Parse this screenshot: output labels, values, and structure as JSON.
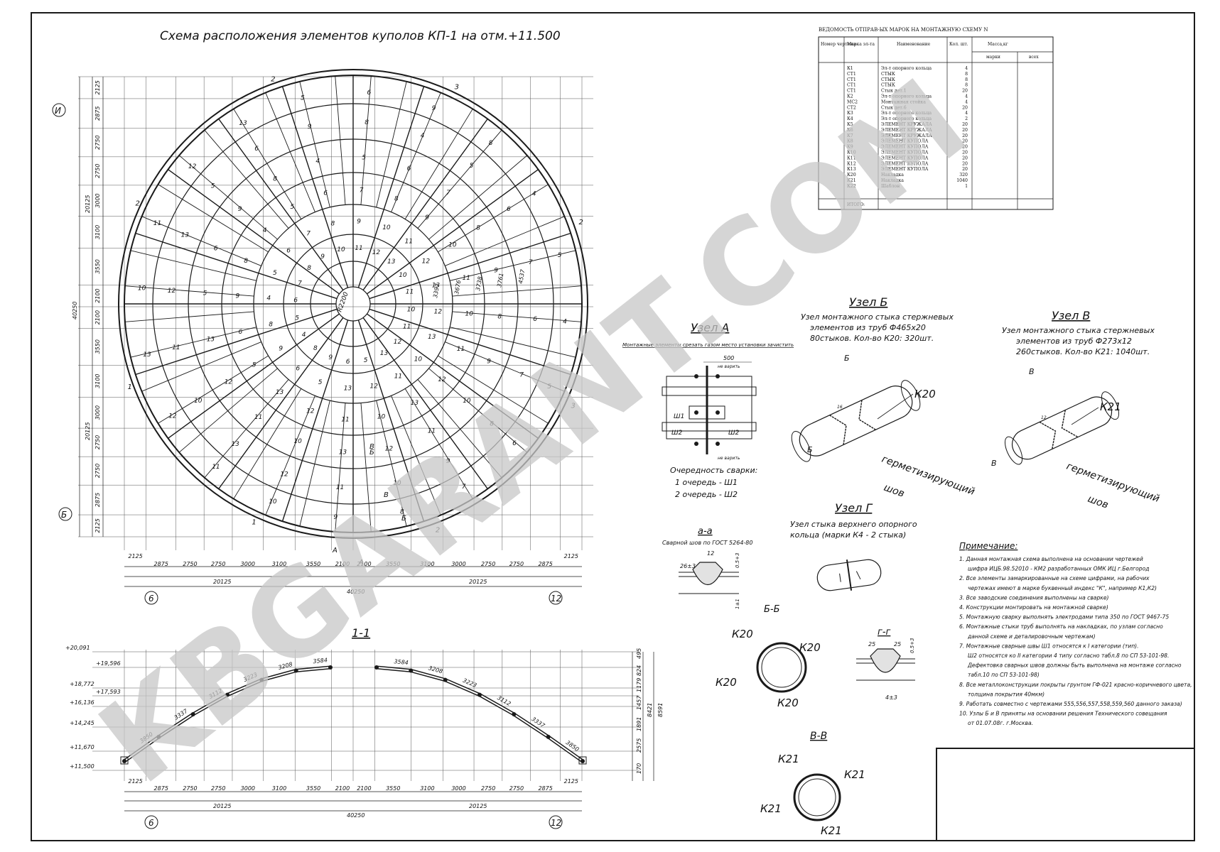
{
  "title": "Схема расположения элементов куполов КП-1 на отм.+11.500",
  "watermark": "KBGARANT.COM",
  "plan": {
    "axis_labels": [
      "И",
      "Б",
      "6",
      "12"
    ],
    "left_dims": [
      "2125",
      "2875",
      "2750",
      "2750",
      "3000",
      "3100",
      "3550",
      "2100",
      "2100",
      "3550",
      "3100",
      "3000",
      "2750",
      "2750",
      "2875",
      "2125"
    ],
    "left_totals": [
      "20125",
      "20125",
      "40250"
    ],
    "bottom_dims": [
      "2125",
      "2875",
      "2750",
      "2750",
      "3000",
      "3100",
      "3550",
      "2100",
      "2100",
      "3550",
      "3100",
      "3000",
      "2750",
      "2750",
      "2875",
      "2125"
    ],
    "bottom_totals": [
      "20125",
      "20125",
      "40250"
    ],
    "center_label": "R2200",
    "ring_marks": [
      "2",
      "3",
      "2",
      "3",
      "2",
      "1",
      "1",
      "2"
    ],
    "element_numbers": [
      "4",
      "5",
      "6",
      "7",
      "8",
      "9",
      "10",
      "11",
      "12",
      "13",
      "10",
      "11",
      "12",
      "13",
      "5",
      "6",
      "9",
      "8"
    ],
    "radial_dims": [
      "3397",
      "3676",
      "3738",
      "3761",
      "4537"
    ],
    "section_marks": [
      "А",
      "А",
      "Б",
      "Б",
      "В",
      "В"
    ]
  },
  "schedule": {
    "title": "ВЕДОМОСТЬ ОТПРАВ-ЫХ МАРОК НА МОНТАЖНУЮ СХЕМУ N",
    "headers": [
      "Номер чертежа",
      "Марка эл-та",
      "Наименование",
      "Кол. шт.",
      "Масса,кг",
      "марки",
      "всех"
    ],
    "rows": [
      [
        "К1",
        "Эл-т опорного кольца",
        "4"
      ],
      [
        "СТ1",
        "СТЫК",
        "8"
      ],
      [
        "СТ1",
        "СТЫК",
        "8"
      ],
      [
        "СТ1",
        "СТЫК",
        "8"
      ],
      [
        "СТ1",
        "Стык дет.1",
        "20"
      ],
      [
        "К2",
        "Эл-т опорного кольца",
        "4"
      ],
      [
        "МС2",
        "Монтажная стойка",
        "4"
      ],
      [
        "СТ2",
        "Стык дет.6",
        "20"
      ],
      [
        "К3",
        "Эл-т опорного кольца",
        "4"
      ],
      [
        "К4",
        "Эл-т опорного кольца",
        "2"
      ],
      [
        "К5",
        "ЭЛЕМЕНТ КРУЖАЛА",
        "20"
      ],
      [
        "К6",
        "ЭЛЕМЕНТ КРУЖАЛА",
        "20"
      ],
      [
        "К7",
        "ЭЛЕМЕНТ КРУЖАЛА",
        "20"
      ],
      [
        "К8",
        "ЭЛЕМЕНТ КУПОЛА",
        "20"
      ],
      [
        "К9",
        "ЭЛЕМЕНТ КУПОЛА",
        "20"
      ],
      [
        "К10",
        "ЭЛЕМЕНТ КУПОЛА",
        "20"
      ],
      [
        "К11",
        "ЭЛЕМЕНТ КУПОЛА",
        "20"
      ],
      [
        "К12",
        "ЭЛЕМЕНТ КУПОЛА",
        "20"
      ],
      [
        "К13",
        "ЭЛЕМЕНТ КУПОЛА",
        "20"
      ],
      [
        "К20",
        "Накладка",
        "320"
      ],
      [
        "К21",
        "Накладка",
        "1040"
      ],
      [
        "К22",
        "Шаблон",
        "1"
      ]
    ],
    "total_label": "ИТОГО:"
  },
  "node_a": {
    "title": "Узел А",
    "note": "Монтажные элементы срезать газом место установки зачистить",
    "dim": "500",
    "no_weld": "не варить",
    "weld1": "Ш1",
    "weld2": "Ш2",
    "seq_title": "Очередность сварки:",
    "seq1": "1 очередь - Ш1",
    "seq2": "2 очередь - Ш2"
  },
  "node_b": {
    "title": "Узел Б",
    "lines": [
      "Узел монтажного стыка стержневых",
      "элементов из труб Ф465х20",
      "80стыков. Кол-во К20: 320шт."
    ],
    "mark": "К20",
    "cut": "Б",
    "seam_label": [
      "герметизирующий",
      "шов"
    ],
    "weld": "16"
  },
  "node_v": {
    "title": "Узел В",
    "lines": [
      "Узел монтажного стыка стержневых",
      "элементов из труб Ф273х12",
      "260стыков. Кол-во К21: 1040шт."
    ],
    "mark": "К21",
    "cut": "В",
    "seam_label": [
      "герметизирующий",
      "шов"
    ],
    "weld": "12"
  },
  "node_g": {
    "title": "Узел Г",
    "lines": [
      "Узел стыка верхнего опорного",
      "кольца (марки К4 - 2 стыка)"
    ]
  },
  "section_aa": {
    "title": "а-а",
    "subtitle": "Сварной шов по ГОСТ 5264-80",
    "dims": [
      "12",
      "26±3",
      "0.5+3",
      "1±1"
    ]
  },
  "section_bb": {
    "title": "Б-Б",
    "marks": [
      "К20",
      "К20",
      "К20",
      "К20"
    ]
  },
  "section_gg": {
    "title": "г-г",
    "dims": [
      "25",
      "25",
      "0.5+3",
      "4±3"
    ]
  },
  "section_vv": {
    "title": "В-В",
    "marks": [
      "К21",
      "К21",
      "К21",
      "К21"
    ]
  },
  "section_11": {
    "title": "1-1",
    "levels": [
      "+20,091",
      "+19,596",
      "+18,772",
      "+17,593",
      "+16,136",
      "+14,245",
      "+11,670",
      "+11,500"
    ],
    "segments_left": [
      "3850",
      "3337",
      "3112",
      "3223",
      "3208",
      "3584"
    ],
    "segments_right": [
      "3584",
      "3208",
      "3223",
      "3112",
      "3337",
      "3850"
    ],
    "right_dims": [
      "495",
      "824",
      "1179",
      "1457",
      "1891",
      "2575",
      "170"
    ],
    "right_totals": [
      "8421",
      "8591"
    ],
    "bottom_dims": [
      "2125",
      "2875",
      "2750",
      "2750",
      "3000",
      "3100",
      "3550",
      "2100",
      "2100",
      "3550",
      "3100",
      "3000",
      "2750",
      "2750",
      "2875",
      "2125"
    ],
    "bottom_totals": [
      "20125",
      "20125",
      "40250"
    ],
    "axis_labels": [
      "6",
      "12"
    ]
  },
  "notes": {
    "title": "Примечание:",
    "items": [
      "1. Данная монтажная схема выполнена на основании чертежей",
      "шифра ИЦБ.98.52010 - КМ2 разработанных ОМК ИЦ г.Белгород",
      "2. Все элементы замаркированные на схеме цифрами, на рабочих",
      "чертежах имеют в марке буквенный индекс \"К\", например К1,К2)",
      "3. Все заводские соединения выполнены на сварке)",
      "4. Конструкции монтировать на монтажной сварке)",
      "5. Монтажную сварку выполнять электродами типа 350 по ГОСТ 9467-75",
      "6. Монтажные стыки труб выполнять на накладках, по узлам согласно",
      "данной схеме и деталировочным чертежам)",
      "7. Монтажные сварные швы Ш1 относятся к I категории (тип).",
      "Ш2 относятся ко II категории 4 типу согласно табл.8 по СП 53-101-98.",
      "Дефектовка сварных швов должны быть выполнена на монтаже согласно",
      "табл.10 по СП 53-101-98)",
      "8. Все металлоконструкции покрыты грунтом ГФ-021 красно-коричневого цвета,",
      "толщина покрытия 40мкм)",
      "9. Работать совместно с чертежами 555,556,557,558,559,560 данного заказа)",
      "10. Узлы Б и В приняты на основании решения Технического совещания",
      "от 01.07.08г. г.Москва."
    ]
  }
}
